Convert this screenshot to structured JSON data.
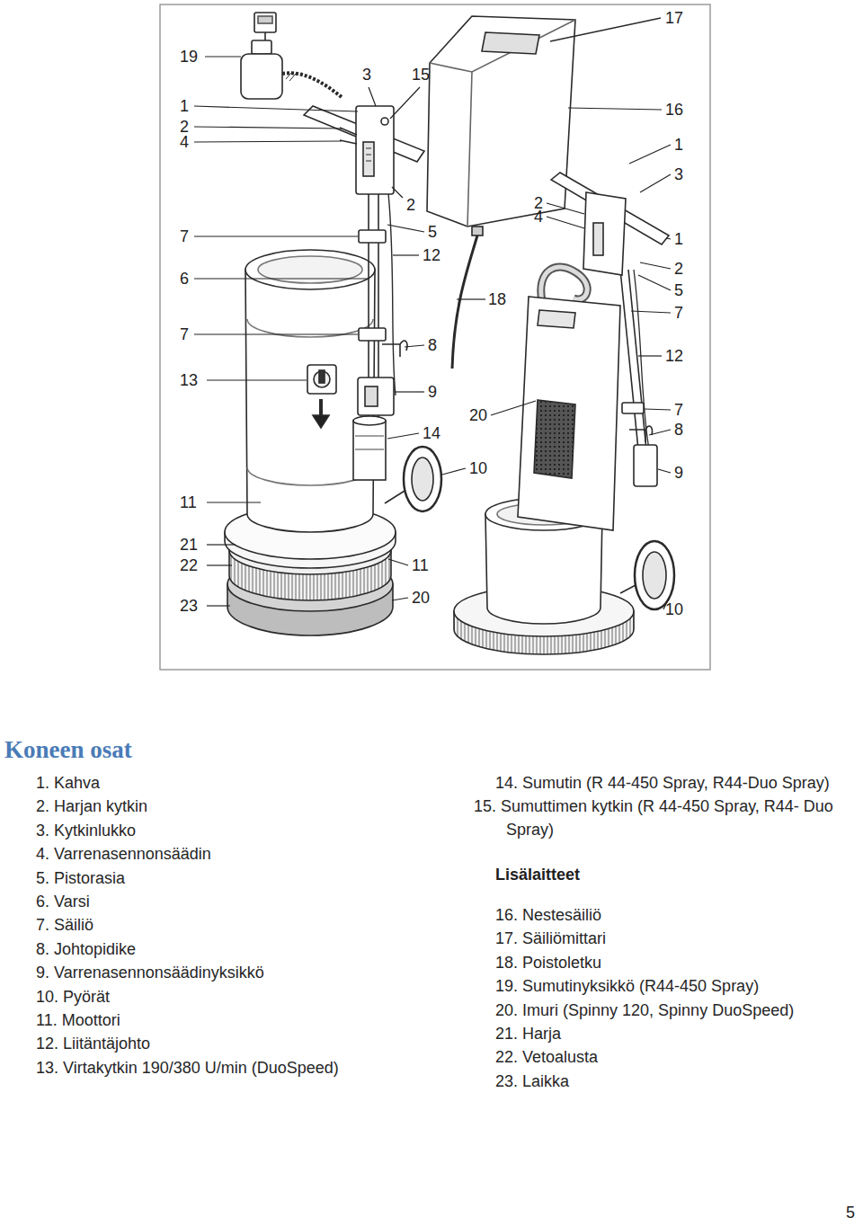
{
  "diagram": {
    "title": "Koneen osat",
    "labels": [
      "19",
      "1",
      "2",
      "4",
      "7",
      "6",
      "7",
      "13",
      "11",
      "21",
      "22",
      "23",
      "3",
      "15",
      "2",
      "5",
      "12",
      "8",
      "9",
      "14",
      "10",
      "11",
      "20",
      "17",
      "16",
      "1",
      "3",
      "2",
      "4",
      "18",
      "1",
      "2",
      "5",
      "7",
      "20",
      "12",
      "7",
      "8",
      "9",
      "10",
      "1. Kahva",
      "2. Harjan kytkin",
      "3. Kytkinlukko",
      "4. Varrenasennonsäädin",
      "5. Pistorasia",
      "6. Varsi",
      "7. Säiliö",
      "8. Johtopidike",
      "9. Varrenasennonsäädinyksikkö",
      "10. Pyörät",
      "11. Moottori",
      "12. Liitäntäjohto",
      "13. Virtakytkin 190/380 U/min (DuoSpeed)",
      "14. Sumutin (R 44-450 Spray, R44-Duo Spray)",
      "15. Sumuttimen kytkin (R 44-450 Spray, R44- Duo Spray)",
      "Lisälaitteet",
      "16. Nestesäiliö",
      "17. Säiliömittari",
      "18. Poistoletku",
      "19. Sumutinyksikkö (R44-450 Spray)",
      "20. Imuri (Spinny 120, Spinny DuoSpeed)",
      "21. Harja",
      "22. Vetoalusta",
      "23. Laikka",
      "5"
    ]
  }
}
